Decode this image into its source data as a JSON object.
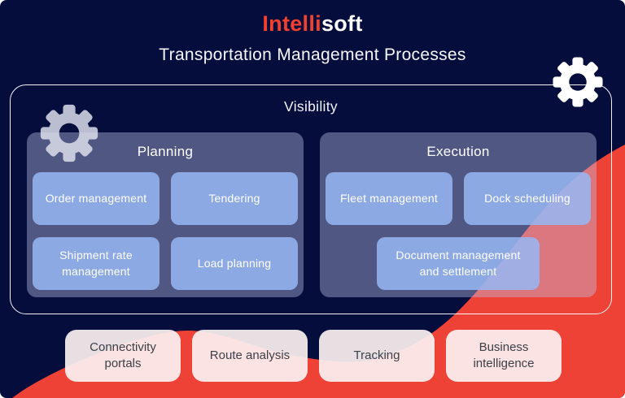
{
  "brand": {
    "logo_red": "Intelli",
    "logo_white": "soft"
  },
  "header": {
    "title": "Transportation Management Processes"
  },
  "diagram": {
    "visibility_label": "Visibility",
    "panels": [
      {
        "label": "Planning",
        "items": [
          "Order management",
          "Tendering",
          "Shipment rate management",
          "Load planning"
        ]
      },
      {
        "label": "Execution",
        "items": [
          "Fleet management",
          "Dock scheduling",
          "Document management and settlement"
        ]
      }
    ],
    "bottom_items": [
      "Connectivity portals",
      "Route analysis",
      "Tracking",
      "Business intelligence"
    ]
  },
  "icons": {
    "top_right": "gear-icon",
    "left": "gear-icon"
  },
  "colors": {
    "background_navy": "#050D3C",
    "accent_red": "#EE4237",
    "chip_blue": "#8FABE6",
    "panel_slate": "#4F5882",
    "card_cream": "#FBEFEF",
    "logo_red": "#F4402F",
    "card_text": "#3B4049"
  }
}
